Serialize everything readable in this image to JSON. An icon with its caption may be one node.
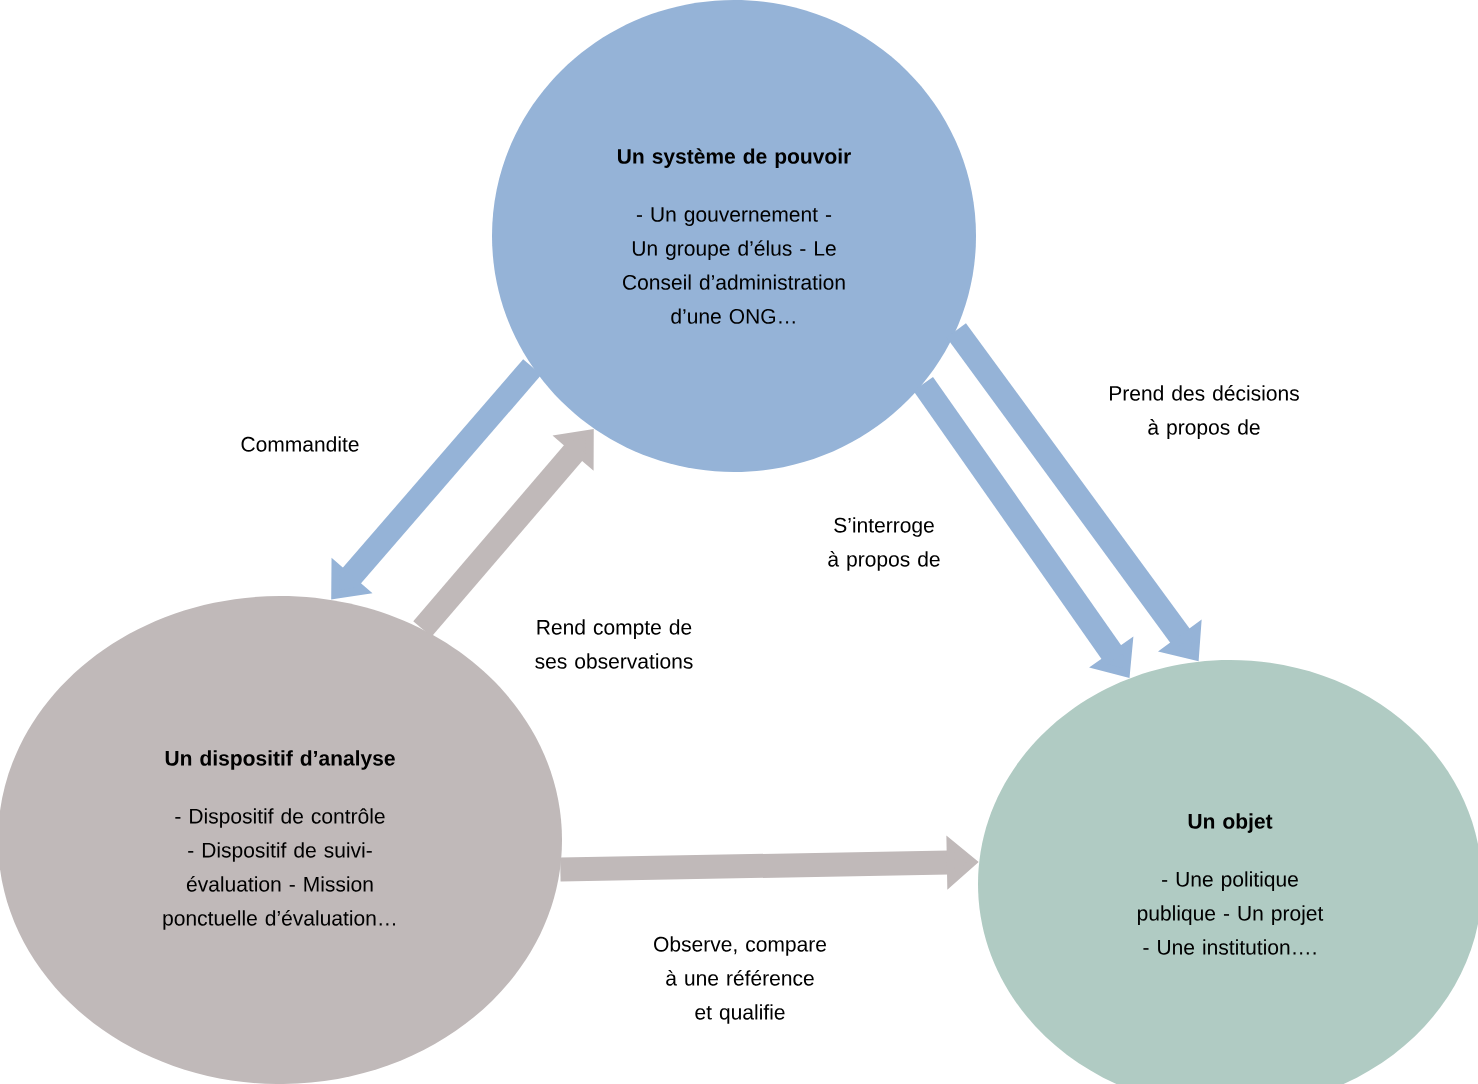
{
  "diagram": {
    "nodes": [
      {
        "text": [
          "Un système de pouvoir",
          "- Un gouvernement - Un groupe d’élus - Le Conseil d’administration d’une ONG…"
        ]
      },
      {
        "text": [
          "Un dispositif d’analyse",
          "- Dispositif de contrôle - Dispositif de suivi-évaluation - Mission ponctuelle d’évaluation…"
        ]
      },
      {
        "text": [
          "Un objet",
          "- Une politique publique - Un projet - Une institution…."
        ]
      }
    ],
    "edges": [
      {
        "from": 0,
        "to": 1,
        "arrow": "to",
        "label": "Commandite"
      },
      {
        "from": 1,
        "to": 0,
        "arrow": "to",
        "label": "Rend compte de ses observations",
        "color": "#c0b9b9"
      },
      {
        "from": 0,
        "to": 2,
        "arrow": "to",
        "label": "S’interroge à propos de"
      },
      {
        "from": 0,
        "to": 2,
        "arrow": "to",
        "label": "Prend des décisions à propos de"
      },
      {
        "from": 1,
        "to": 2,
        "arrow": "to",
        "label": "Observe, compare à une référence et qualifie",
        "color": "#c0b9b9"
      }
    ]
  }
}
